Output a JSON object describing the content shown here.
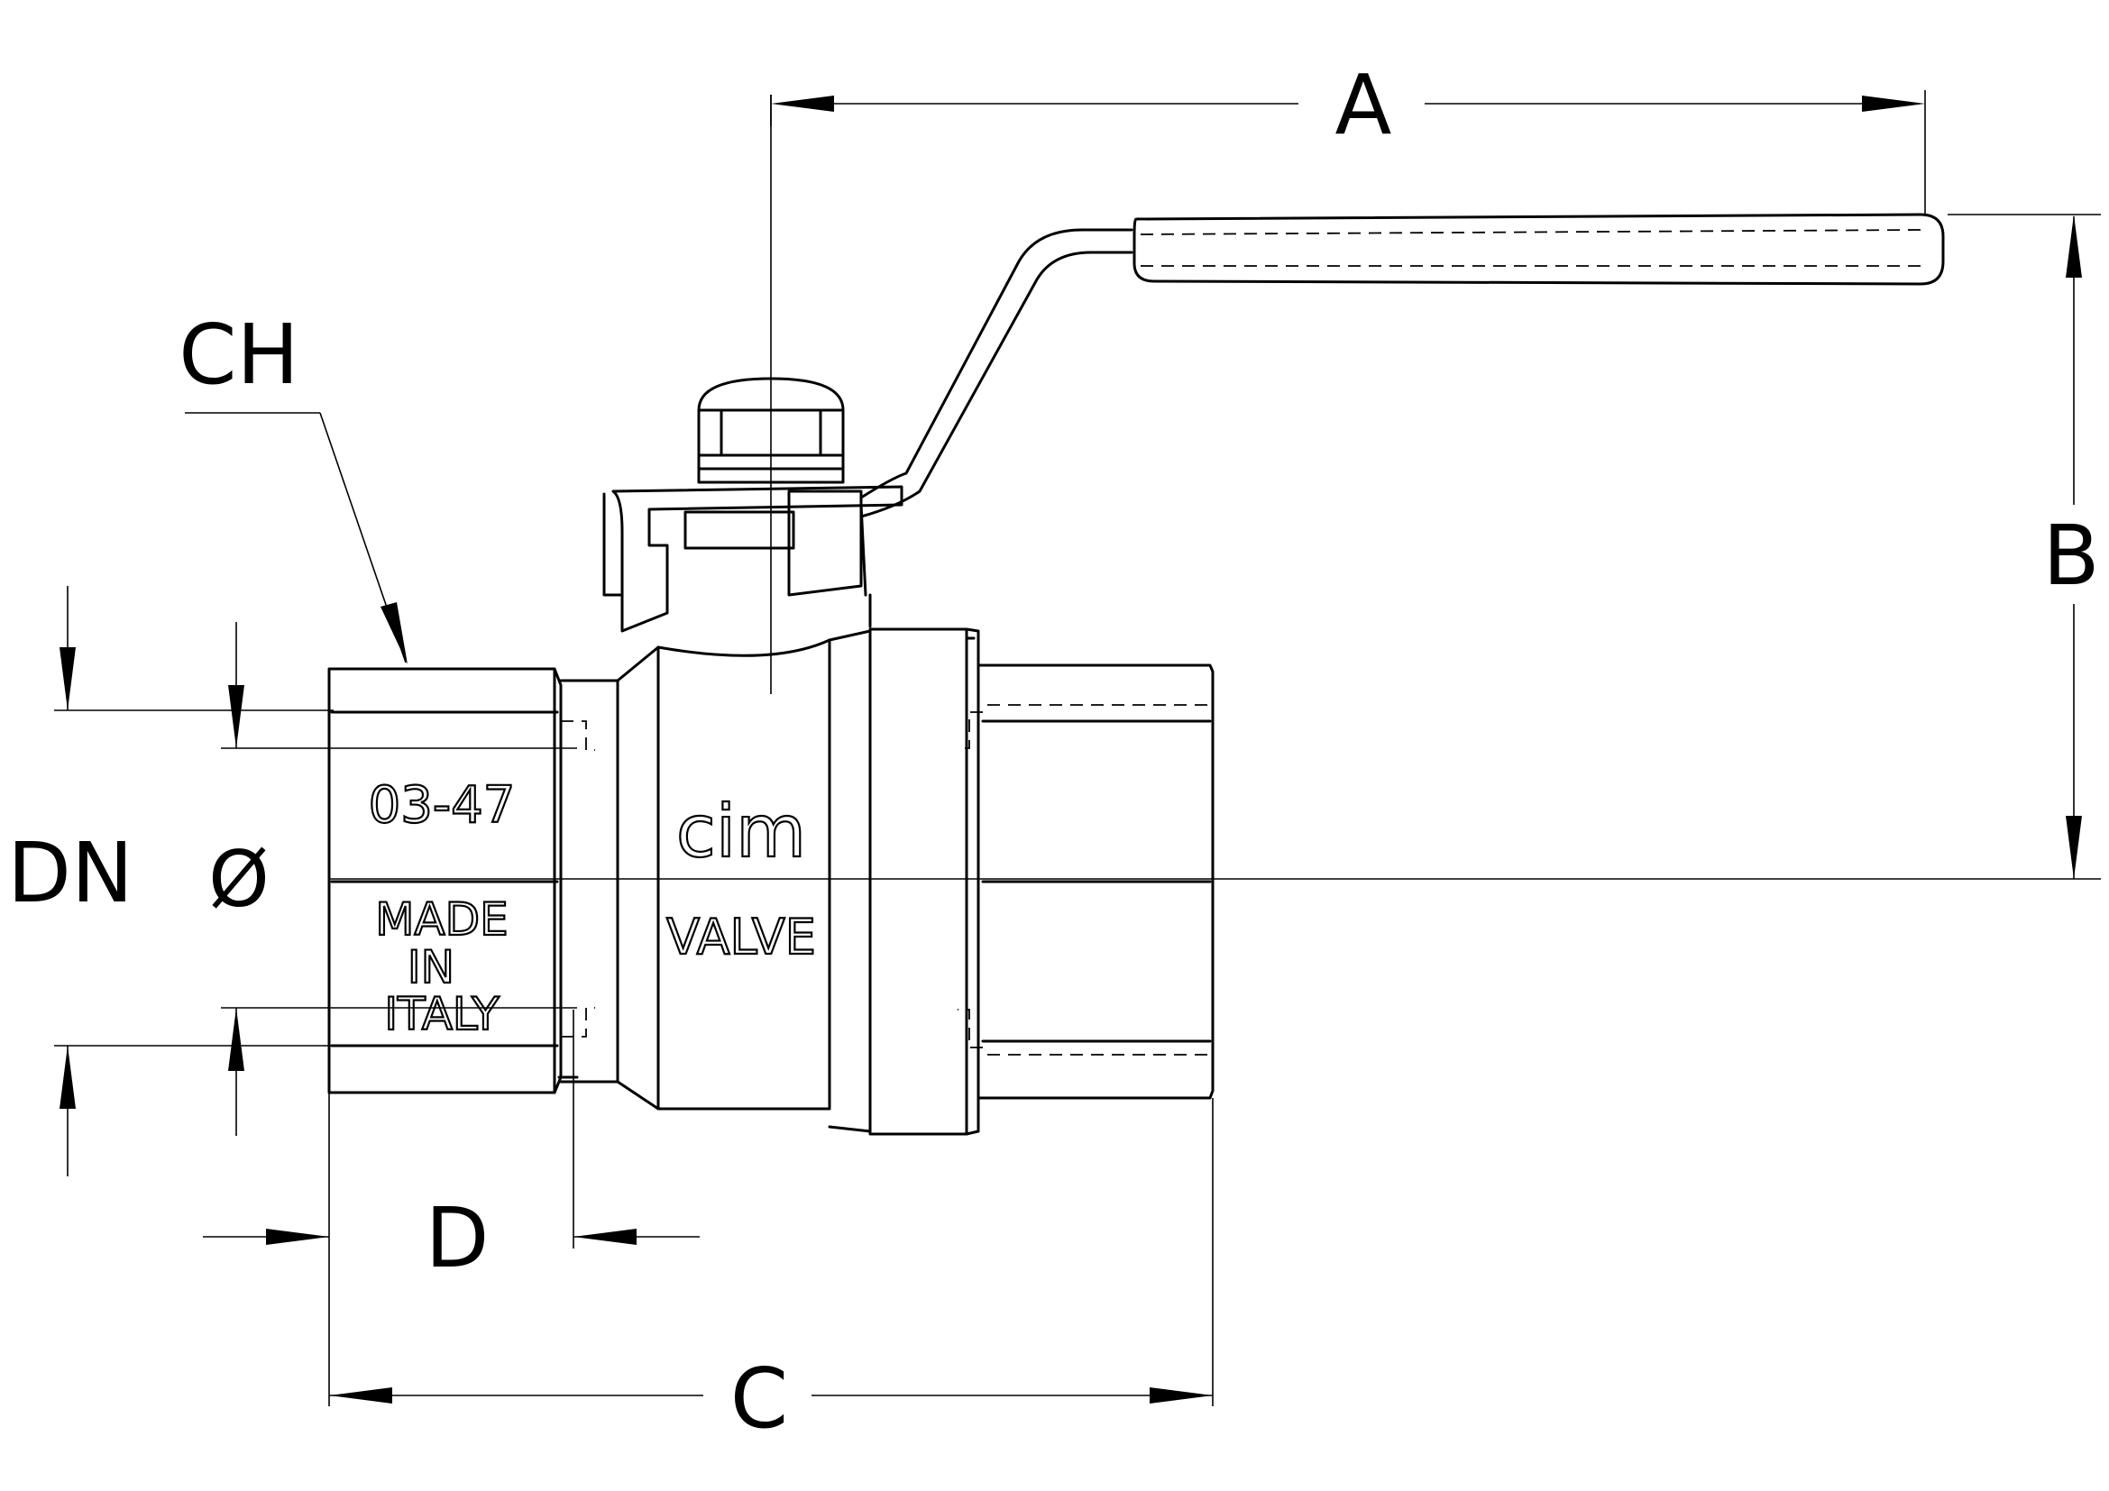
{
  "dimension_labels": {
    "A": "A",
    "B": "B",
    "C": "C",
    "D": "D",
    "CH": "CH",
    "DN": "DN",
    "diameter": "Ø"
  },
  "body_markings": {
    "code": "03-47",
    "origin_line1": "MADE",
    "origin_line2": "IN",
    "origin_line3": "ITALY",
    "brand": "cim",
    "product": "VALVE"
  },
  "colors": {
    "line": "#000000",
    "background": "#ffffff"
  }
}
